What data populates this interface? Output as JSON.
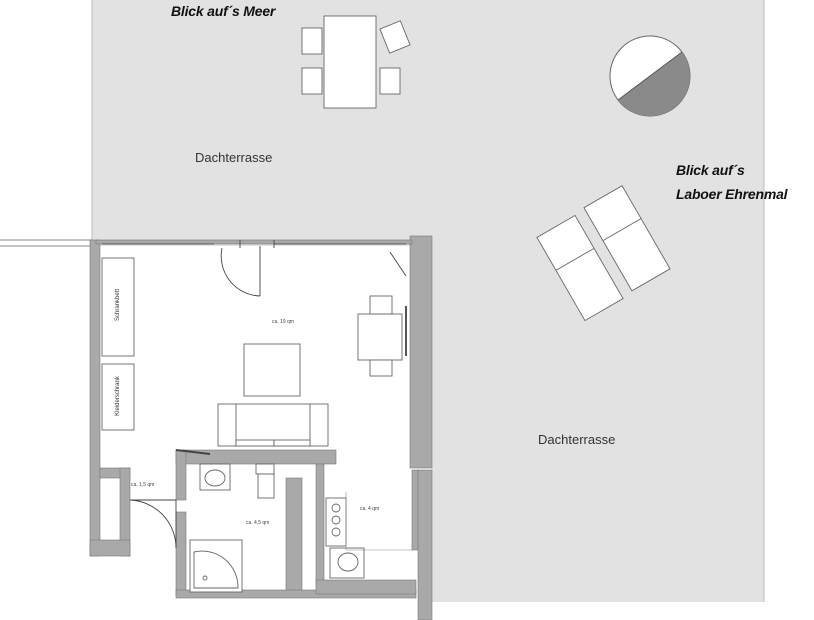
{
  "labels": {
    "view_sea": "Blick auf´s Meer",
    "view_memorial_line1": "Blick auf´s",
    "view_memorial_line2": "Laboer Ehrenmal",
    "terrace_top": "Dachterrasse",
    "terrace_right": "Dachterrasse"
  },
  "rooms": {
    "living_area": "ca. 19 qm",
    "hall_area": "ca. 1,5 qm",
    "bath_area": "ca. 4,5 qm",
    "kitchen_area": "ca. 4 qm"
  },
  "furniture": {
    "sofa_bed": "Schrankbett",
    "wardrobe": "Kleiderschrank"
  },
  "colors": {
    "terrace_fill": "#e2e2e2",
    "wall_fill": "#a9a9a9",
    "room_fill": "#ffffff",
    "line": "#666666"
  }
}
